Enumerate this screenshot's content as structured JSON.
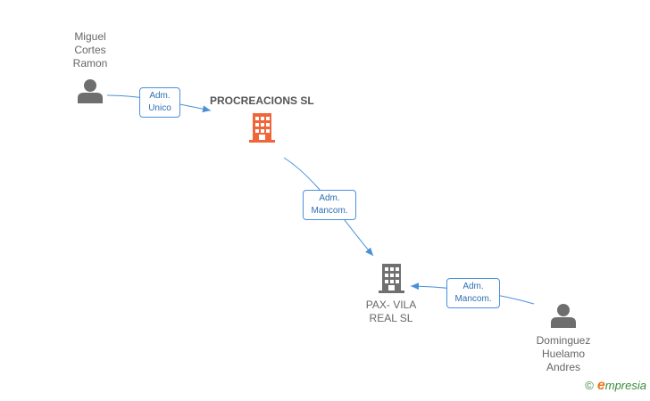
{
  "colors": {
    "edge": "#4a90d9",
    "person_icon": "#6e6e6e",
    "main_company": "#f0663a",
    "other_company": "#707070"
  },
  "people": [
    {
      "id": "miguel",
      "label": "Miguel\nCortes\nRamon",
      "icon": "person-icon"
    },
    {
      "id": "dominguez",
      "label": "Dominguez\nHuelamo\nAndres",
      "icon": "person-icon"
    }
  ],
  "companies": [
    {
      "id": "procreacions",
      "label": "PROCREACIONS SL",
      "icon": "building-icon"
    },
    {
      "id": "paxvila",
      "label": "PAX- VILA\nREAL  SL",
      "icon": "building-icon"
    }
  ],
  "edges": [
    {
      "from": "miguel",
      "to": "procreacions",
      "label": "Adm.\nUnico"
    },
    {
      "from": "procreacions",
      "to": "paxvila",
      "label": "Adm.\nMancom."
    },
    {
      "from": "dominguez",
      "to": "paxvila",
      "label": "Adm.\nMancom."
    }
  ],
  "brand": {
    "copyright": "©",
    "initial": "e",
    "name": "mpresia"
  }
}
